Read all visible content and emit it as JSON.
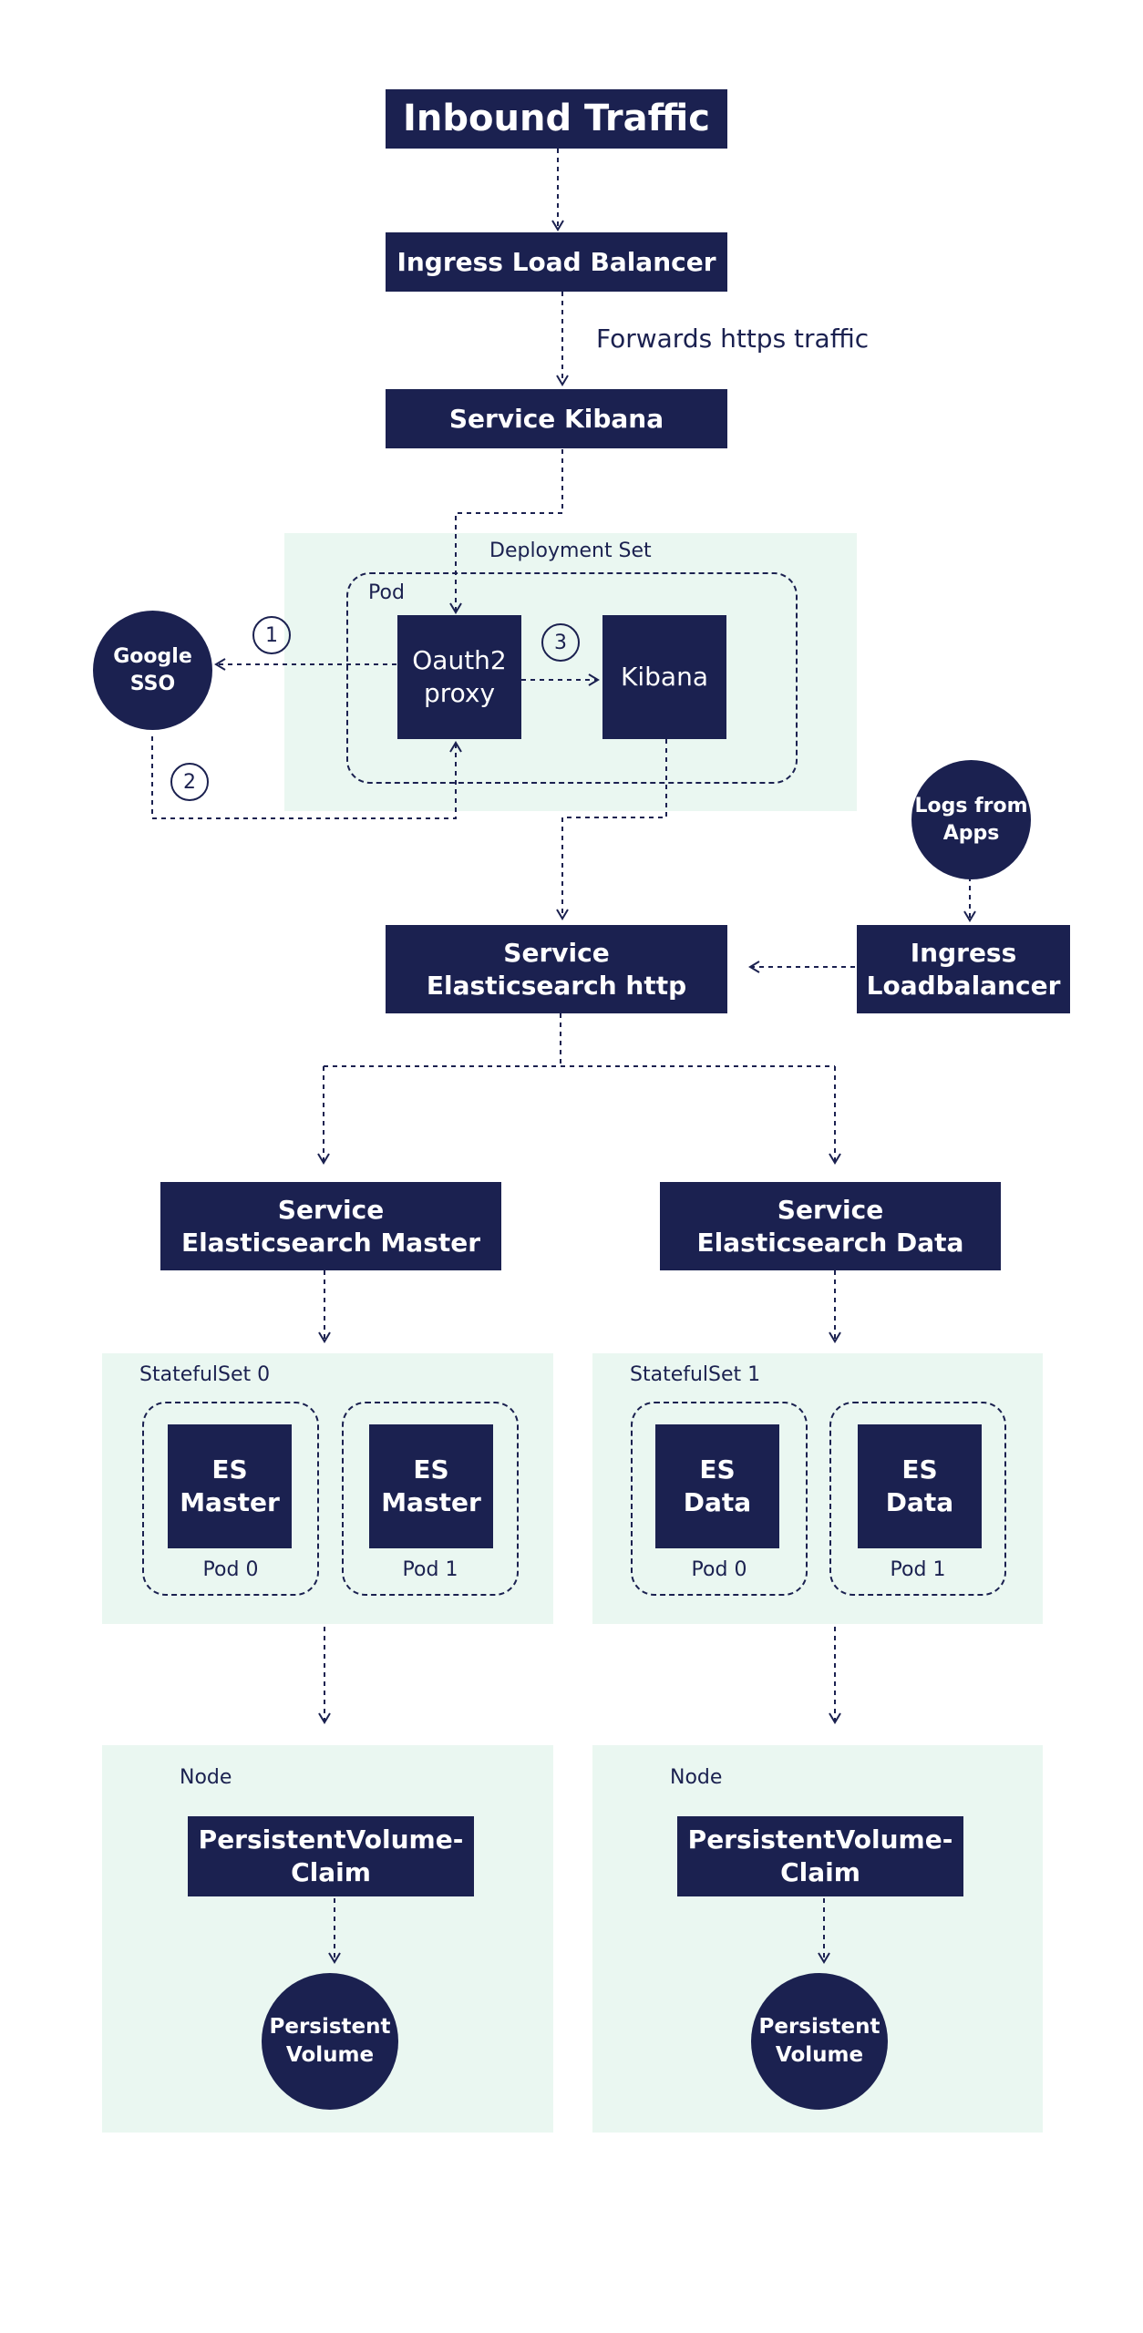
{
  "title": "Inbound Traffic",
  "ingress_lb": "Ingress Load Balancer",
  "forwards_note": "Forwards https traffic",
  "service_kibana": "Service Kibana",
  "deployment": {
    "label": "Deployment Set",
    "pod_label": "Pod",
    "oauth": [
      "Oauth2",
      "proxy"
    ],
    "kibana": "Kibana"
  },
  "google_sso": [
    "Google",
    "SSO"
  ],
  "steps": [
    "1",
    "2",
    "3"
  ],
  "logs_from_apps": [
    "Logs from",
    "Apps"
  ],
  "ingress_loadbalancer": [
    "Ingress",
    "Loadbalancer"
  ],
  "service_es_http": [
    "Service",
    "Elasticsearch http"
  ],
  "service_es_master": [
    "Service",
    "Elasticsearch Master"
  ],
  "service_es_data": [
    "Service",
    "Elasticsearch Data"
  ],
  "statefulsets": [
    {
      "label": "StatefulSet 0",
      "pods": [
        {
          "box": [
            "ES",
            "Master"
          ],
          "label": "Pod 0"
        },
        {
          "box": [
            "ES",
            "Master"
          ],
          "label": "Pod 1"
        }
      ]
    },
    {
      "label": "StatefulSet 1",
      "pods": [
        {
          "box": [
            "ES",
            "Data"
          ],
          "label": "Pod 0"
        },
        {
          "box": [
            "ES",
            "Data"
          ],
          "label": "Pod 1"
        }
      ]
    }
  ],
  "nodes": [
    {
      "label": "Node",
      "pvc": [
        "PersistentVolume-",
        "Claim"
      ],
      "volume": [
        "Persistent",
        "Volume"
      ]
    },
    {
      "label": "Node",
      "pvc": [
        "PersistentVolume-",
        "Claim"
      ],
      "volume": [
        "Persistent",
        "Volume"
      ]
    }
  ],
  "colors": {
    "navy": "#1b2150",
    "mint": "#eaf7f1",
    "white": "#ffffff"
  }
}
